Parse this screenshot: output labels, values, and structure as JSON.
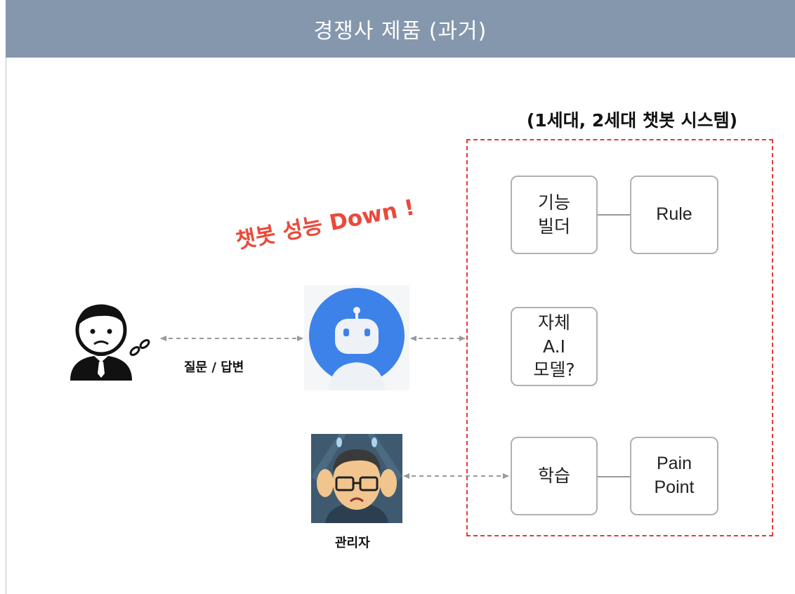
{
  "header": {
    "title": "경쟁사 제품 (과거)"
  },
  "system_title": "(1세대, 2세대 챗봇 시스템)",
  "slogan": "챗봇 성능 Down !",
  "labels": {
    "qa": "질문 / 답변",
    "admin": "관리자"
  },
  "boxes": {
    "feature_builder": "기능\n빌더",
    "rule": "Rule",
    "own_ai": "자체\nA.I\n모델?",
    "learning": "학습",
    "pain_point": "Pain\nPoint"
  },
  "colors": {
    "header_bg": "#8597ad",
    "frame_red": "#e23b3b",
    "slogan_red": "#ea4a3b",
    "bot_blue": "#3d82e8"
  },
  "icons": {
    "user": "worried-user-icon",
    "bot": "chatbot-icon",
    "admin": "stressed-admin-icon"
  }
}
